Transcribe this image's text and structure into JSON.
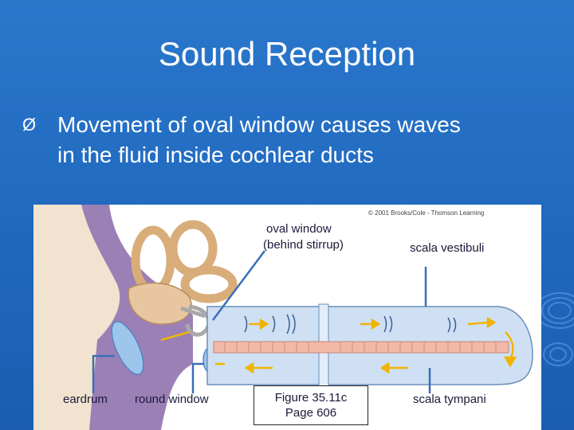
{
  "slide": {
    "title": "Sound Reception",
    "bullet_marker": "Ø",
    "bullet_line1": "Movement of oval window causes waves",
    "bullet_line2": "in the fluid inside cochlear ducts"
  },
  "figure": {
    "copyright": "© 2001 Brooks/Cole - Thomson Learning",
    "labels": {
      "oval_window_1": "oval window",
      "oval_window_2": "(behind stirrup)",
      "scala_vestibuli": "scala vestibuli",
      "eardrum": "eardrum",
      "round_window": "round window",
      "scala_tympani": "scala tympani"
    },
    "caption_line1": "Figure 35.11c",
    "caption_line2": "Page 606"
  },
  "colors": {
    "background": "#2a77cc",
    "tube": "#cfe0f4",
    "membrane": "#f2b8a8",
    "bone": "#e8c7a0",
    "purple_tissue": "#8a6aa8",
    "arrow": "#f0b400",
    "pointer": "#3a6fb8"
  }
}
